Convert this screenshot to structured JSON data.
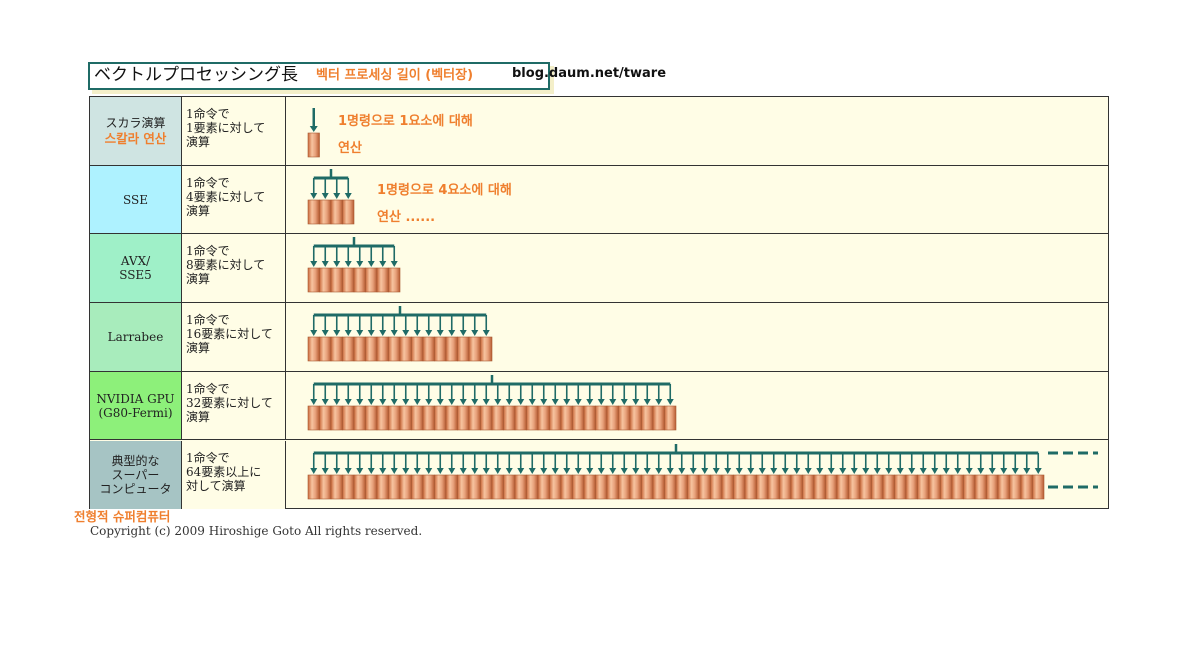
{
  "header": {
    "title_jp": "ベクトルプロセッシング長",
    "title_kr": "벡터 프로세싱 길이 (벡터장)",
    "url": "blog.daum.net/tware"
  },
  "colors": {
    "teal": "#1f6b66",
    "orange_text": "#ef7f2e",
    "element_fill": "#e39a6a",
    "cell_background": "#fffde6"
  },
  "rows": [
    {
      "name": "スカラ演算",
      "name_kr": "스칼라 연산",
      "bg": "#cfe4e2",
      "desc": "1命令で\n1要素に対して\n演算",
      "elements": 1,
      "continues": false,
      "note_line1": "1명령으로 1요소에 대해",
      "note_line2": "연산"
    },
    {
      "name": "SSE",
      "name_kr": "",
      "bg": "#aef2ff",
      "desc": "1命令で\n4要素に対して\n演算",
      "elements": 4,
      "continues": false,
      "note_line1": "1명령으로 4요소에 대해",
      "note_line2": "연산 ......"
    },
    {
      "name": "AVX/\nSSE5",
      "name_kr": "",
      "bg": "#9ff0c8",
      "desc": "1命令で\n8要素に対して\n演算",
      "elements": 8,
      "continues": false,
      "note_line1": "",
      "note_line2": ""
    },
    {
      "name": "Larrabee",
      "name_kr": "",
      "bg": "#a8ecbc",
      "desc": "1命令で\n16要素に対して\n演算",
      "elements": 16,
      "continues": false,
      "note_line1": "",
      "note_line2": ""
    },
    {
      "name": "NVIDIA GPU\n(G80-Fermi)",
      "name_kr": "",
      "bg": "#8df07a",
      "desc": "1命令で\n32要素に対して\n演算",
      "elements": 32,
      "continues": false,
      "note_line1": "",
      "note_line2": ""
    },
    {
      "name": "典型的な\nスーパー\nコンピュータ",
      "name_kr": "",
      "bg": "#a6c4c4",
      "desc": "1命令で\n64要素以上に\n対して演算",
      "elements": 64,
      "continues": true,
      "note_line1": "",
      "note_line2": ""
    }
  ],
  "footer": {
    "note_kr": "전형적 슈퍼컴퓨터",
    "copyright": "Copyright (c) 2009 Hiroshige Goto All rights reserved."
  }
}
